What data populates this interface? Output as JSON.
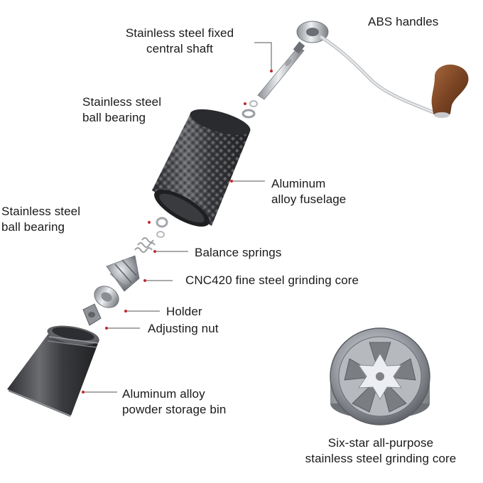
{
  "labels": {
    "shaft": "Stainless steel fixed\ncentral shaft",
    "handles": "ABS handles",
    "bearing_top": "Stainless steel\nball bearing",
    "fuselage": "Aluminum\nalloy fuselage",
    "bearing_bottom": "Stainless steel\nball bearing",
    "springs": "Balance springs",
    "core": "CNC420 fine steel grinding core",
    "holder": "Holder",
    "nut": "Adjusting nut",
    "bin": "Aluminum alloy\npowder storage bin",
    "six_star": "Six-star all-purpose\nstainless steel grinding core"
  },
  "colors": {
    "leader_line": "#555555",
    "dot": "#c0282d",
    "metal_dark": "#3c3d40",
    "metal_light": "#c9cbce",
    "wood": "#7a4a2a"
  }
}
